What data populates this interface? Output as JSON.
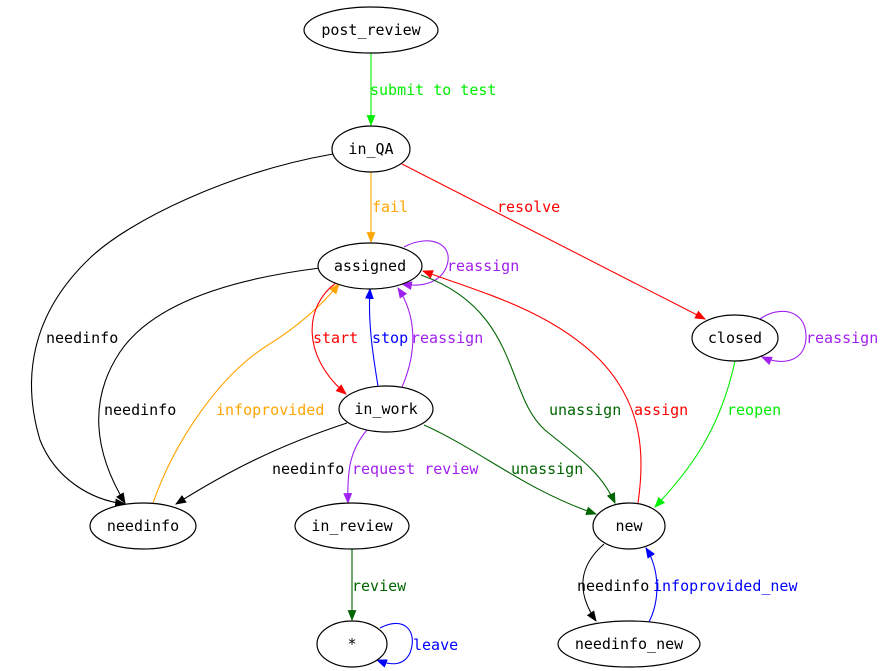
{
  "colors": {
    "green": "#00ee00",
    "orange": "#ffa500",
    "red": "#ff0000",
    "purple": "#a020f0",
    "blue": "#0000ff",
    "darkgreen": "#006400",
    "black": "#000000"
  },
  "nodes": [
    {
      "id": "post_review",
      "label": "post_review"
    },
    {
      "id": "in_QA",
      "label": "in_QA"
    },
    {
      "id": "assigned",
      "label": "assigned"
    },
    {
      "id": "closed",
      "label": "closed"
    },
    {
      "id": "in_work",
      "label": "in_work"
    },
    {
      "id": "needinfo",
      "label": "needinfo"
    },
    {
      "id": "in_review",
      "label": "in_review"
    },
    {
      "id": "new",
      "label": "new"
    },
    {
      "id": "star",
      "label": "*"
    },
    {
      "id": "needinfo_new",
      "label": "needinfo_new"
    }
  ],
  "edges": [
    {
      "id": "post_review-in_QA",
      "from": "post_review",
      "to": "in_QA",
      "label": "submit to test",
      "color": "green"
    },
    {
      "id": "in_QA-assigned",
      "from": "in_QA",
      "to": "assigned",
      "label": "fail",
      "color": "orange"
    },
    {
      "id": "in_QA-closed",
      "from": "in_QA",
      "to": "closed",
      "label": "resolve",
      "color": "red"
    },
    {
      "id": "in_QA-needinfo",
      "from": "in_QA",
      "to": "needinfo",
      "label": "needinfo",
      "color": "black"
    },
    {
      "id": "assigned-self",
      "from": "assigned",
      "to": "assigned",
      "label": "reassign",
      "color": "purple"
    },
    {
      "id": "assigned-needinfo",
      "from": "assigned",
      "to": "needinfo",
      "label": "needinfo",
      "color": "black"
    },
    {
      "id": "needinfo-assigned",
      "from": "needinfo",
      "to": "assigned",
      "label": "infoprovided",
      "color": "orange"
    },
    {
      "id": "assigned-in_work",
      "from": "assigned",
      "to": "in_work",
      "label": "start",
      "color": "red"
    },
    {
      "id": "in_work-assigned-stop",
      "from": "in_work",
      "to": "assigned",
      "label": "stop",
      "color": "blue"
    },
    {
      "id": "in_work-assigned-reassign",
      "from": "in_work",
      "to": "assigned",
      "label": "reassign",
      "color": "purple"
    },
    {
      "id": "assigned-new",
      "from": "assigned",
      "to": "new",
      "label": "unassign",
      "color": "darkgreen"
    },
    {
      "id": "new-assigned",
      "from": "new",
      "to": "assigned",
      "label": "assign",
      "color": "red"
    },
    {
      "id": "closed-self",
      "from": "closed",
      "to": "closed",
      "label": "reassign",
      "color": "purple"
    },
    {
      "id": "closed-new",
      "from": "closed",
      "to": "new",
      "label": "reopen",
      "color": "green"
    },
    {
      "id": "in_work-needinfo",
      "from": "in_work",
      "to": "needinfo",
      "label": "needinfo",
      "color": "black"
    },
    {
      "id": "in_work-in_review",
      "from": "in_work",
      "to": "in_review",
      "label": "request review",
      "color": "purple"
    },
    {
      "id": "in_work-new",
      "from": "in_work",
      "to": "new",
      "label": "unassign",
      "color": "darkgreen"
    },
    {
      "id": "in_review-star",
      "from": "in_review",
      "to": "star",
      "label": "review",
      "color": "darkgreen"
    },
    {
      "id": "star-self",
      "from": "star",
      "to": "star",
      "label": "leave",
      "color": "blue"
    },
    {
      "id": "new-needinfo_new",
      "from": "new",
      "to": "needinfo_new",
      "label": "needinfo",
      "color": "black"
    },
    {
      "id": "needinfo_new-new",
      "from": "needinfo_new",
      "to": "new",
      "label": "infoprovided_new",
      "color": "blue"
    }
  ]
}
